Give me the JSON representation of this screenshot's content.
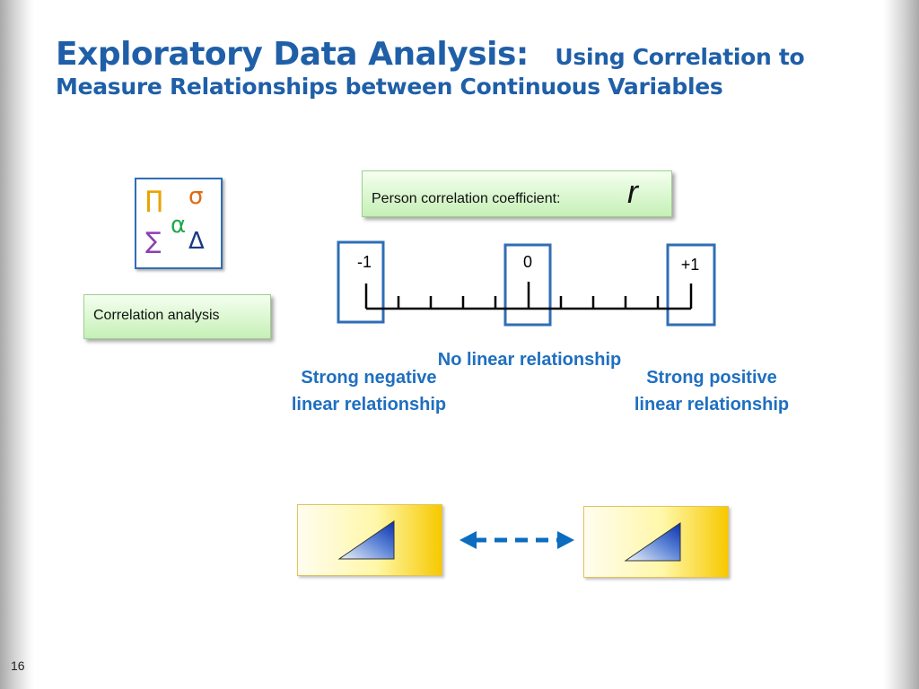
{
  "slide": {
    "title_main": "Exploratory Data Analysis:",
    "title_sub": "Using Correlation to",
    "title_line2": "Measure Relationships between Continuous Variables",
    "page_number": "16"
  },
  "symbols": {
    "pi": "∏",
    "sigma": "σ",
    "alpha": "α",
    "sum": "∑",
    "delta": "Δ"
  },
  "correlation_box": {
    "label": "Correlation analysis"
  },
  "pearson_box": {
    "label": "Person correlation coefficient:",
    "symbol": "r"
  },
  "scale": {
    "neg_label": "-1",
    "zero_label": "0",
    "pos_label": "+1"
  },
  "descriptions": {
    "none": "No linear relationship",
    "neg_line1": "Strong negative",
    "neg_line2": "linear relationship",
    "pos_line1": "Strong positive",
    "pos_line2": "linear relationship"
  },
  "colors": {
    "title": "#1f5fa8",
    "accent_blue": "#1f6fc0",
    "highlight_border": "#2f6eb5",
    "arrow": "#0b6cc0"
  }
}
